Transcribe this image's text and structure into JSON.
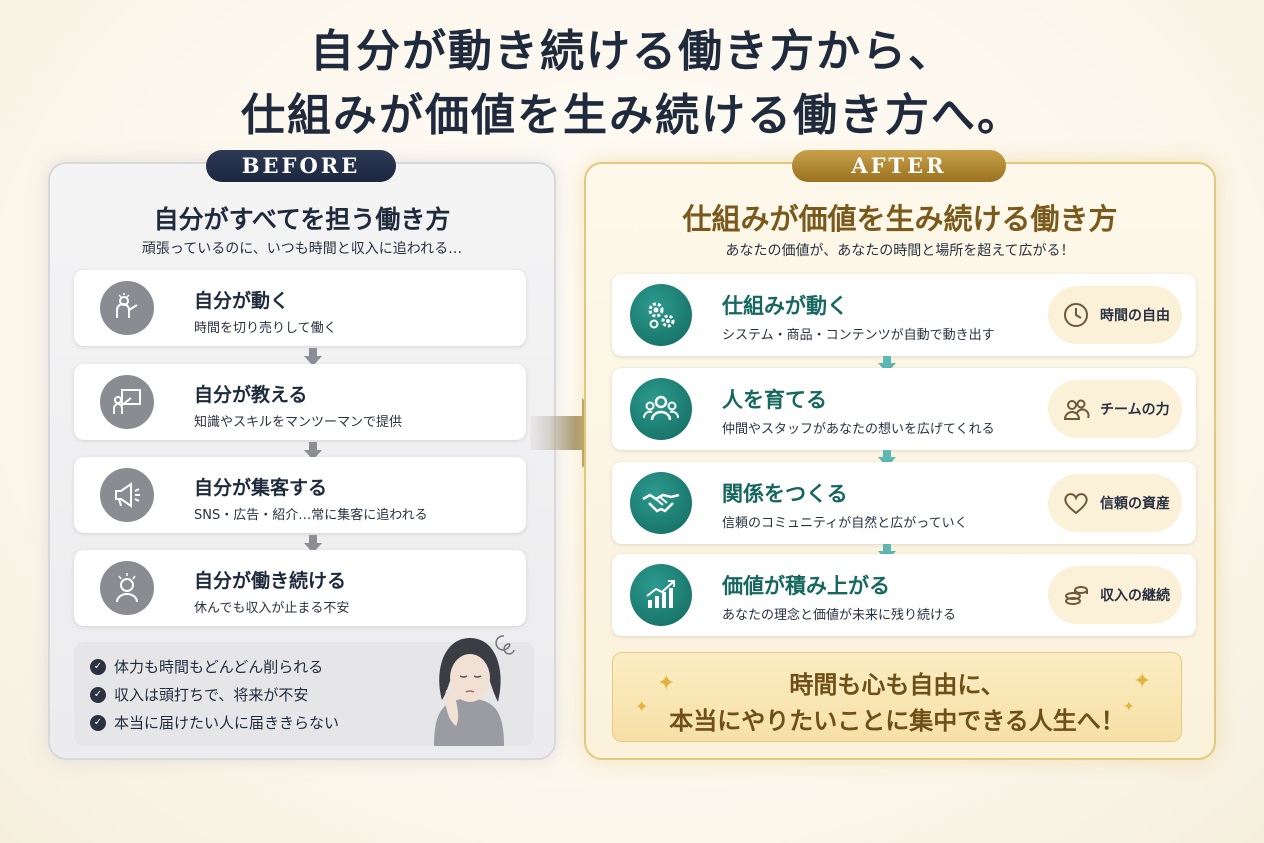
{
  "headline": {
    "line1": "自分が動き続ける働き方から、",
    "line2": "仕組みが価値を生み続ける働き方へ。"
  },
  "before": {
    "tag": "BEFORE",
    "title": "自分がすべてを担う働き方",
    "subtitle": "頑張っているのに、いつも時間と収入に追われる…",
    "cards": [
      {
        "title": "自分が動く",
        "desc": "時間を切り売りして働く",
        "icon": "person-presenting-icon"
      },
      {
        "title": "自分が教える",
        "desc": "知識やスキルをマンツーマンで提供",
        "icon": "teaching-board-icon"
      },
      {
        "title": "自分が集客する",
        "desc": "SNS・広告・紹介…常に集客に追われる",
        "icon": "megaphone-icon"
      },
      {
        "title": "自分が働き続ける",
        "desc": "休んでも収入が止まる不安",
        "icon": "stressed-person-icon"
      }
    ],
    "checks": [
      "体力も時間もどんどん削られる",
      "収入は頭打ちで、将来が不安",
      "本当に届けたい人に届ききらない"
    ]
  },
  "after": {
    "tag": "AFTER",
    "title": "仕組みが価値を生み続ける働き方",
    "subtitle": "あなたの価値が、あなたの時間と場所を超えて広がる！",
    "cards": [
      {
        "title": "仕組みが動く",
        "desc": "システム・商品・コンテンツが自動で動き出す",
        "icon": "gears-icon",
        "pill": "時間の自由",
        "pill_icon": "clock-icon"
      },
      {
        "title": "人を育てる",
        "desc": "仲間やスタッフがあなたの想いを広げてくれる",
        "icon": "team-icon",
        "pill": "チームの力",
        "pill_icon": "people-icon"
      },
      {
        "title": "関係をつくる",
        "desc": "信頼のコミュニティが自然と広がっていく",
        "icon": "handshake-icon",
        "pill": "信頼の資産",
        "pill_icon": "heart-icon"
      },
      {
        "title": "価値が積み上がる",
        "desc": "あなたの理念と価値が未来に残り続ける",
        "icon": "growth-chart-icon",
        "pill": "収入の継続",
        "pill_icon": "coins-icon"
      }
    ],
    "bottom": {
      "line1": "時間も心も自由に、",
      "line2": "本当にやりたいことに集中できる人生へ！"
    }
  },
  "colors": {
    "navy": "#1f2b3d",
    "gold": "#b08630",
    "teal": "#16685f",
    "before_icon": "#8a8c92"
  }
}
